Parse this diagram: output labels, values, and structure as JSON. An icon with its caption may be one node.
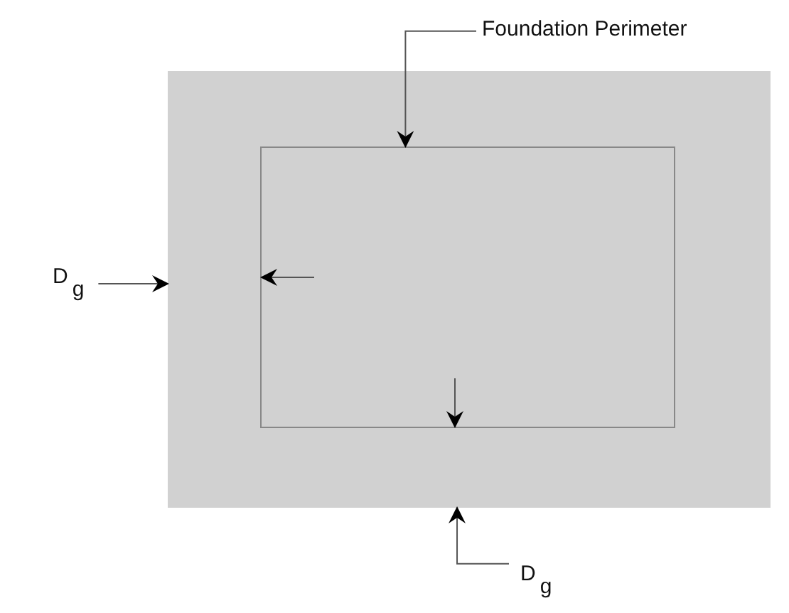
{
  "diagram": {
    "nodes": [
      {
        "text": [],
        "shape": "box"
      },
      {
        "text": [],
        "shape": "box",
        "in": 0
      },
      {
        "text": [
          "Foundation Perimeter"
        ]
      },
      {
        "text": [
          "D$_{g}$"
        ]
      },
      {
        "text": [
          "D$_{g}$"
        ]
      }
    ],
    "edges": [
      {
        "from": 2,
        "to": 1,
        "arrow": "to"
      },
      {
        "from": 3,
        "to": 0,
        "arrow": "to"
      },
      {
        "from": 4,
        "to": 0,
        "arrow": "to"
      }
    ]
  }
}
